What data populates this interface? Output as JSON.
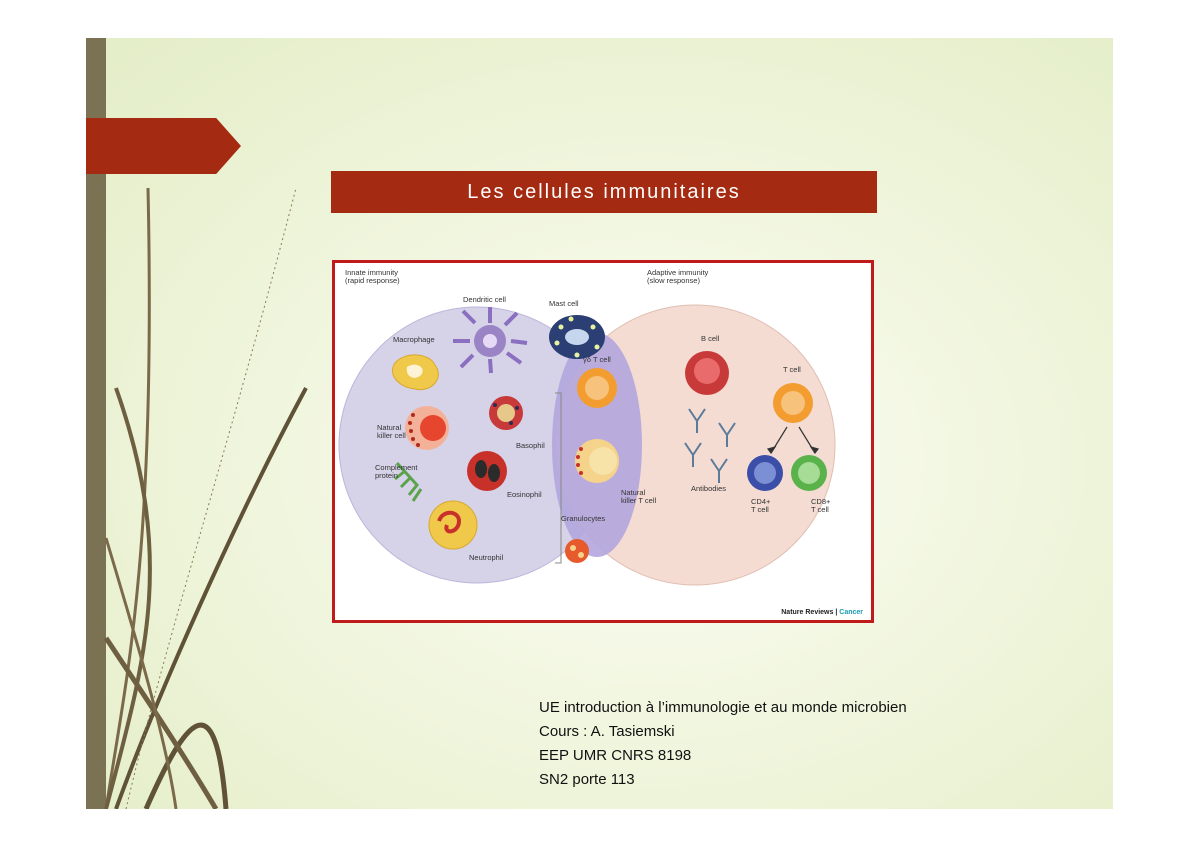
{
  "slide": {
    "title": "Les cellules immunitaires",
    "info_lines": [
      "UE introduction à l’immunologie et au monde microbien",
      "Cours : A. Tasiemski",
      "EEP UMR CNRS 8198",
      "SN2 porte 113"
    ]
  },
  "figure": {
    "innate_heading": "Innate immunity\n(rapid response)",
    "adaptive_heading": "Adaptive immunity\n(slow response)",
    "labels": {
      "dendritic": "Dendritic cell",
      "mast": "Mast cell",
      "macrophage": "Macrophage",
      "gd_t": "γδ T cell",
      "b_cell": "B cell",
      "t_cell": "T cell",
      "nk": "Natural\nkiller cell",
      "basophil": "Basophil",
      "complement": "Complement\nprotein",
      "eosinophil": "Eosinophil",
      "granulocytes": "Granulocytes",
      "neutrophil": "Neutrophil",
      "nkt": "Natural\nkiller T cell",
      "antibodies": "Antibodies",
      "cd4": "CD4+\nT cell",
      "cd8": "CD8+\nT cell"
    },
    "credit_journal": "Nature Reviews",
    "credit_sep": "|",
    "credit_section": "Cancer"
  },
  "colors": {
    "accent_red": "#a52a12",
    "side_bar": "#7b7153",
    "innate_circle": "#d6d2e8",
    "adaptive_circle": "#f4dcd3",
    "overlap": "#a99cd6"
  }
}
